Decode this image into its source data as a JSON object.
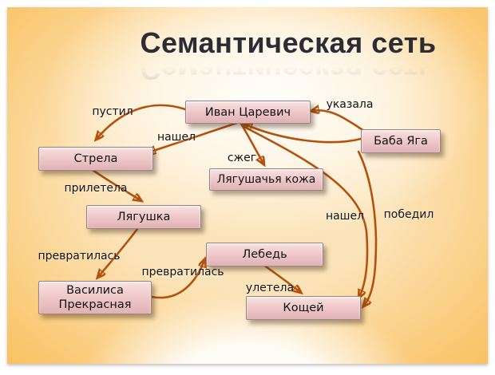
{
  "title": {
    "text": "Семантическая сеть"
  },
  "diagram_type": "semantic-network",
  "nodes": {
    "ivan": {
      "label": "Иван Царевич"
    },
    "baba_yaga": {
      "label": "Баба Яга"
    },
    "strela": {
      "label": "Стрела"
    },
    "kozha": {
      "label": "Лягушачья кожа"
    },
    "lyagushka": {
      "label": "Лягушка"
    },
    "lebed": {
      "label": "Лебедь"
    },
    "vasilisa": {
      "label": "Василиса Прекрасная",
      "line1": "Василиса",
      "line2": "Прекрасная"
    },
    "koschei": {
      "label": "Кощей"
    }
  },
  "edges": {
    "pustil": {
      "from": "ivan",
      "to": "strela",
      "label": "пустил"
    },
    "nashel_strela": {
      "from": "ivan",
      "to": "strela",
      "label": "нашел"
    },
    "ukazala": {
      "from": "baba_yaga",
      "to": "ivan",
      "label": "указала"
    },
    "baba_ivan_link": {
      "from": "baba_yaga",
      "to": "ivan",
      "label": ""
    },
    "szheg": {
      "from": "ivan",
      "to": "kozha",
      "label": "сжег"
    },
    "priletela": {
      "from": "strela",
      "to": "lyagushka",
      "label": "прилетела"
    },
    "prevratilas_vasilisa": {
      "from": "lyagushka",
      "to": "vasilisa",
      "label": "превратилась"
    },
    "prevratilas_lebed": {
      "from": "vasilisa",
      "to": "lebed",
      "label": "превратилась"
    },
    "uletela": {
      "from": "lebed",
      "to": "koschei",
      "label": "улетела"
    },
    "nashel_koschei": {
      "from": "ivan",
      "to": "koschei",
      "label": "нашел"
    },
    "pobedil": {
      "from": "ivan",
      "to": "koschei",
      "label": "победил"
    }
  },
  "colors": {
    "arrow": "#b4520d",
    "node_fill_top": "#f8e1e0",
    "node_fill_bottom": "#e0b1b4",
    "node_border": "#97858c",
    "background_orange": "#f49007",
    "title_text": "#2c2c35"
  }
}
